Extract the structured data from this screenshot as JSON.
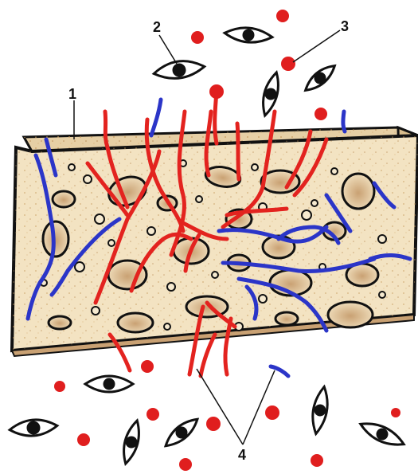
{
  "labels": {
    "one": "1",
    "two": "2",
    "three": "3",
    "four": "4"
  },
  "colors": {
    "background": "#ffffff",
    "tissue": "#f3e3c2",
    "tissue_shadow": "#d9b98a",
    "outline": "#111111",
    "artery": "#e3231f",
    "vein": "#2b35c8",
    "cell": "#e01e1e"
  }
}
